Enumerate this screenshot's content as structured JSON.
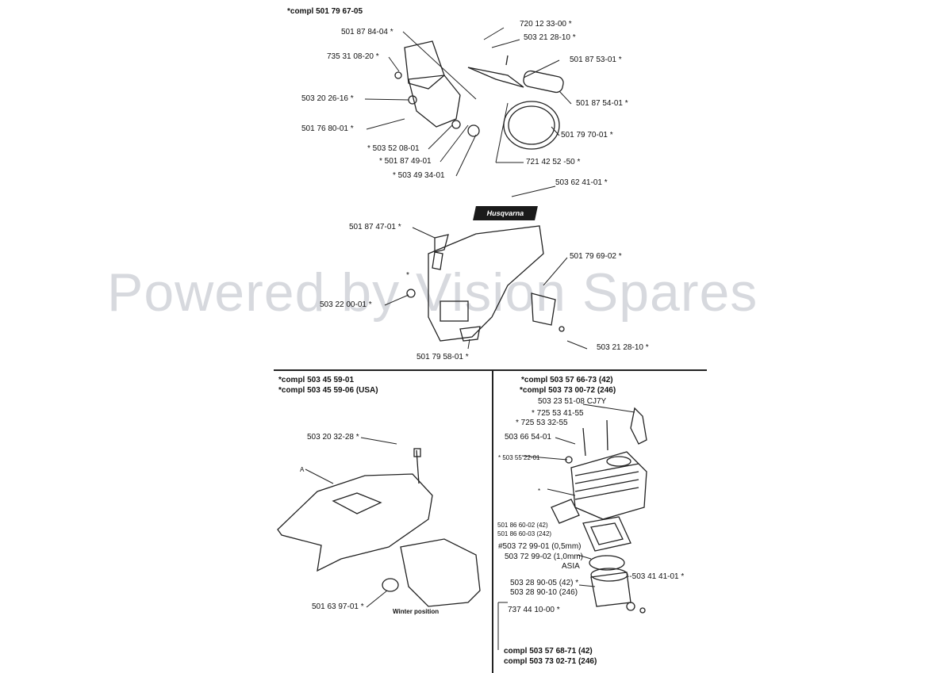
{
  "watermark": "Powered by Vision Spares",
  "logo_text": "Husqvarna",
  "top_section": {
    "header": "*compl 501 79 67-05",
    "labels": [
      "720 12 33-00 *",
      "501 87 84-04 *",
      "503 21 28-10 *",
      "735 31 08-20 *",
      "501 87 53-01 *",
      "503 20 26-16 *",
      "501 87 54-01 *",
      "501 76 80-01 *",
      "501 79 70-01 *",
      "* 503 52 08-01",
      "* 501 87 49-01",
      "721 42 52 -50 *",
      "* 503 49 34-01",
      "503 62 41-01 *",
      "501 87 47-01 *",
      "501 79 69-02 *",
      "*",
      "503 22 00-01 *",
      "503 21 28-10 *",
      "501 79 58-01 *"
    ]
  },
  "left_section": {
    "header_1": "*compl 503 45 59-01",
    "header_2": "*compl 503 45 59-06 (USA)",
    "labels": [
      "503 20 32-28 *",
      "A",
      "501 63 97-01 *",
      "Winter position"
    ]
  },
  "right_section": {
    "header_1": "*compl 503 57 66-73 (42)",
    "header_2": "*compl 503 73 00-72 (246)",
    "labels": [
      "503 23 51-08 CJ7Y",
      "* 725 53 41-55",
      "* 725 53 32-55",
      "503 66 54-01",
      "* 503 55 22-01",
      "*",
      "501 86 60-02 (42)",
      "501 86 60-03 (242)",
      "#503 72 99-01 (0,5mm)",
      "503 72 99-02 (1,0mm)",
      "ASIA",
      "503 28 90-05 (42) *",
      "503 28 90-10 (246)",
      "--503 41 41-01 *",
      "737 44 10-00 *"
    ],
    "footer_1": "compl 503 57 68-71 (42)",
    "footer_2": "compl 503 73 02-71 (246)"
  }
}
